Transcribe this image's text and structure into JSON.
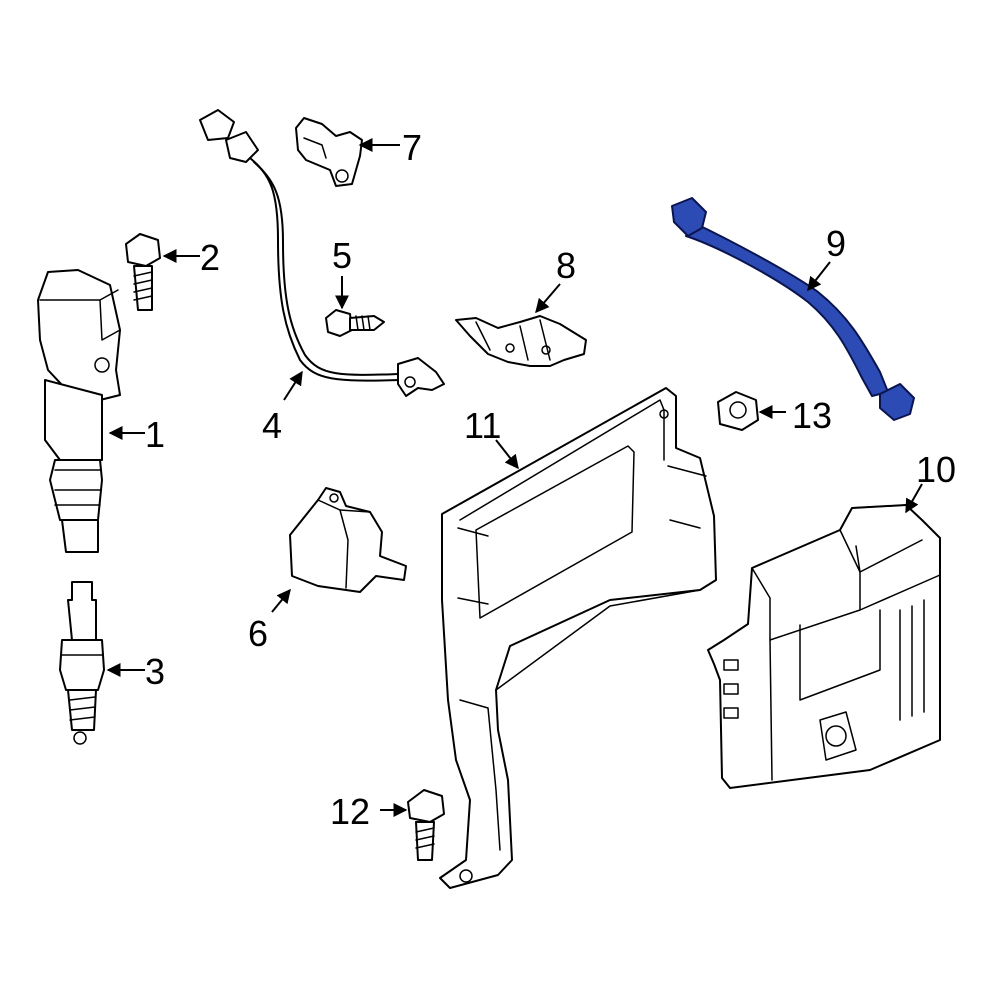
{
  "colors": {
    "highlight_fill": "#2d4bb5",
    "highlight_stroke": "#0a1550",
    "line": "#000000",
    "background": "#ffffff"
  },
  "highlighted_part": "9",
  "callouts": [
    "1",
    "2",
    "3",
    "4",
    "5",
    "6",
    "7",
    "8",
    "9",
    "10",
    "11",
    "12",
    "13"
  ]
}
